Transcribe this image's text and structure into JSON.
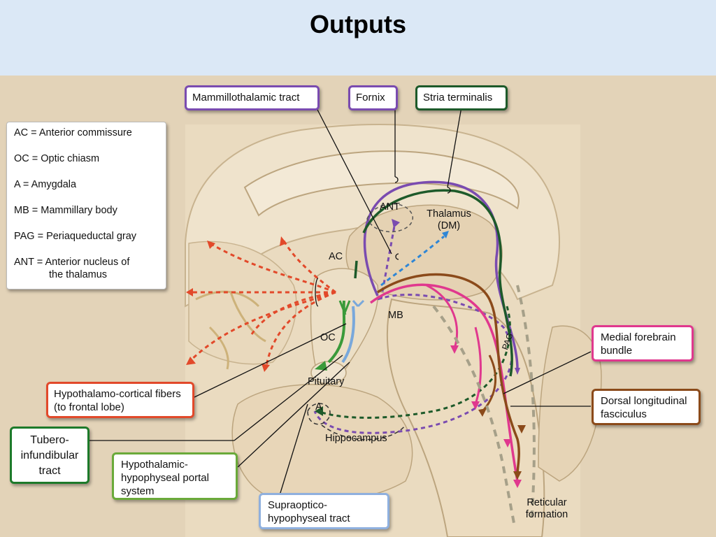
{
  "title": "Outputs",
  "legend": [
    "AC = Anterior commissure",
    "OC = Optic chiasm",
    "A = Amygdala",
    "MB = Mammillary body",
    "PAG = Periaqueductal gray",
    "ANT = Anterior nucleus of",
    "the thalamus"
  ],
  "tracts": {
    "mammillothalamic": "Mammillothalamic tract",
    "fornix": "Fornix",
    "stria": "Stria terminalis",
    "mfb_1": "Medial forebrain",
    "mfb_2": "bundle",
    "dlf_1": "Dorsal longitudinal",
    "dlf_2": "fasciculus",
    "hcf_1": "Hypothalamo-cortical fibers",
    "hcf_2": "(to frontal lobe)",
    "tub_1": "Tubero-",
    "tub_2": "infundibular",
    "tub_3": "tract",
    "hhp_1": "Hypothalamic-",
    "hhp_2": "hypophyseal portal",
    "hhp_3": "system",
    "sht_1": "Supraoptico-",
    "sht_2": "hypophyseal tract"
  },
  "structures": {
    "ant": "ANT",
    "thal_1": "Thalamus",
    "thal_2": "(DM)",
    "ac": "AC",
    "mb": "MB",
    "oc": "OC",
    "pit": "Pituitary",
    "a": "A",
    "hip": "Hippocampus",
    "pag": "PAG",
    "ret_1": "Reticular",
    "ret_2": "formation"
  },
  "colors": {
    "header": "#dbe8f6",
    "purple": "#7a4bb0",
    "green": "#1d5a2a",
    "pink": "#e0388e",
    "brown": "#8b4a1a",
    "orange": "#e2492a",
    "blue": "#2e86d6",
    "light_green": "#3a9a3a"
  }
}
